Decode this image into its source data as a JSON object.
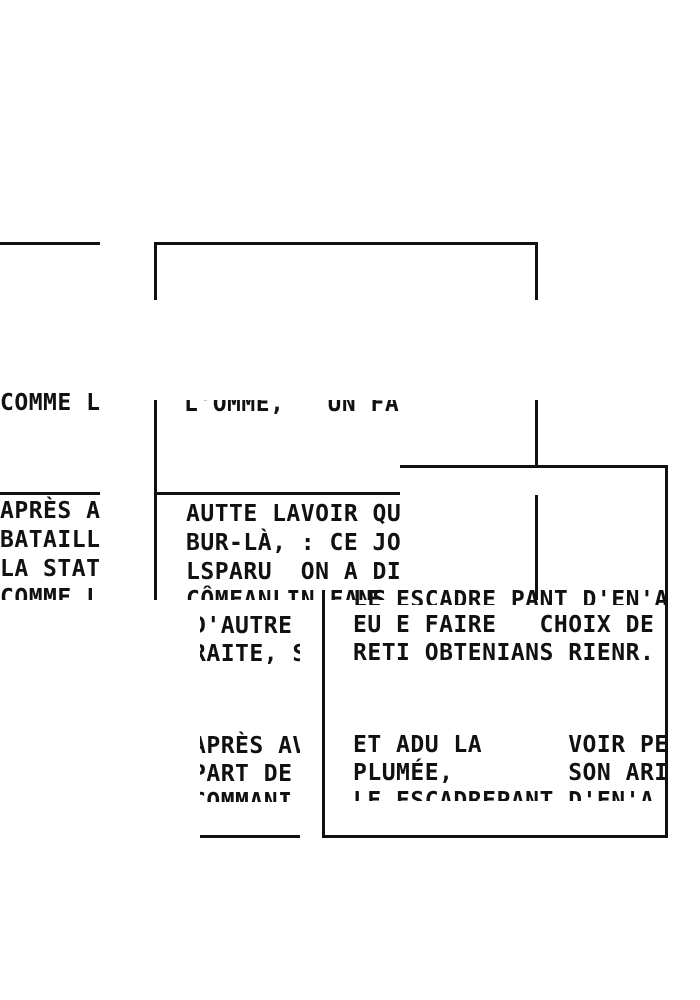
{
  "panels": {
    "left": {
      "top_line": "COMME L",
      "lines": [
        "APRÈS A",
        "BATAILLE",
        "LA STATIO",
        "COMME L"
      ]
    },
    "middle": {
      "top_line": "L'OMME,   UN FANT",
      "lines": [
        "AUTTE LAVOIR QU         A",
        "BUR-LÀ, : CE JO",
        "LSPARU  ON A DI",
        "CÔMFANLIN FANS"
      ]
    },
    "lower_middle": {
      "lines": [
        "D'AUTRE C",
        "RAITE, SA"
      ],
      "lines2": [
        "APRÈS AV",
        "PART DE",
        "COMMANI"
      ]
    },
    "right": {
      "lines": [
        "LE ESCADRE PANT D'EN'A",
        "EU E FAIRE   CHOIX DE",
        "RETI OBTENIANS RIENR."
      ],
      "lines2": [
        "ET ADU LA      VOIR PERI",
        "PLUMÉE,        SON ARI",
        "LE ESCADREPANT D'EN'A"
      ]
    }
  }
}
